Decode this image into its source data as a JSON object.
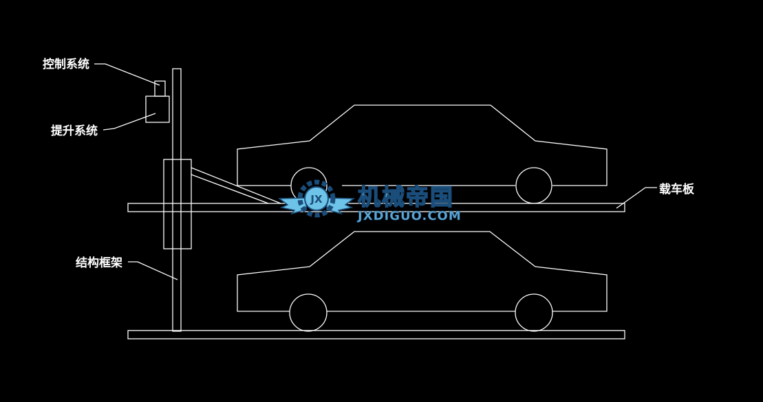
{
  "diagram": {
    "colors": {
      "background": "#000000",
      "line": "#ffffff",
      "watermark_fill": "#6ec3e8",
      "watermark_stroke": "#1a4d7a",
      "watermark_url": "#5fa8d3"
    },
    "labels": {
      "control_system": "控制系统",
      "lift_system": "提升系统",
      "car_platform": "载车板",
      "structure_frame": "结构框架"
    }
  },
  "watermark": {
    "title": "机械帝国",
    "url": "JXDIGUO.COM",
    "logo_text": "JX"
  }
}
